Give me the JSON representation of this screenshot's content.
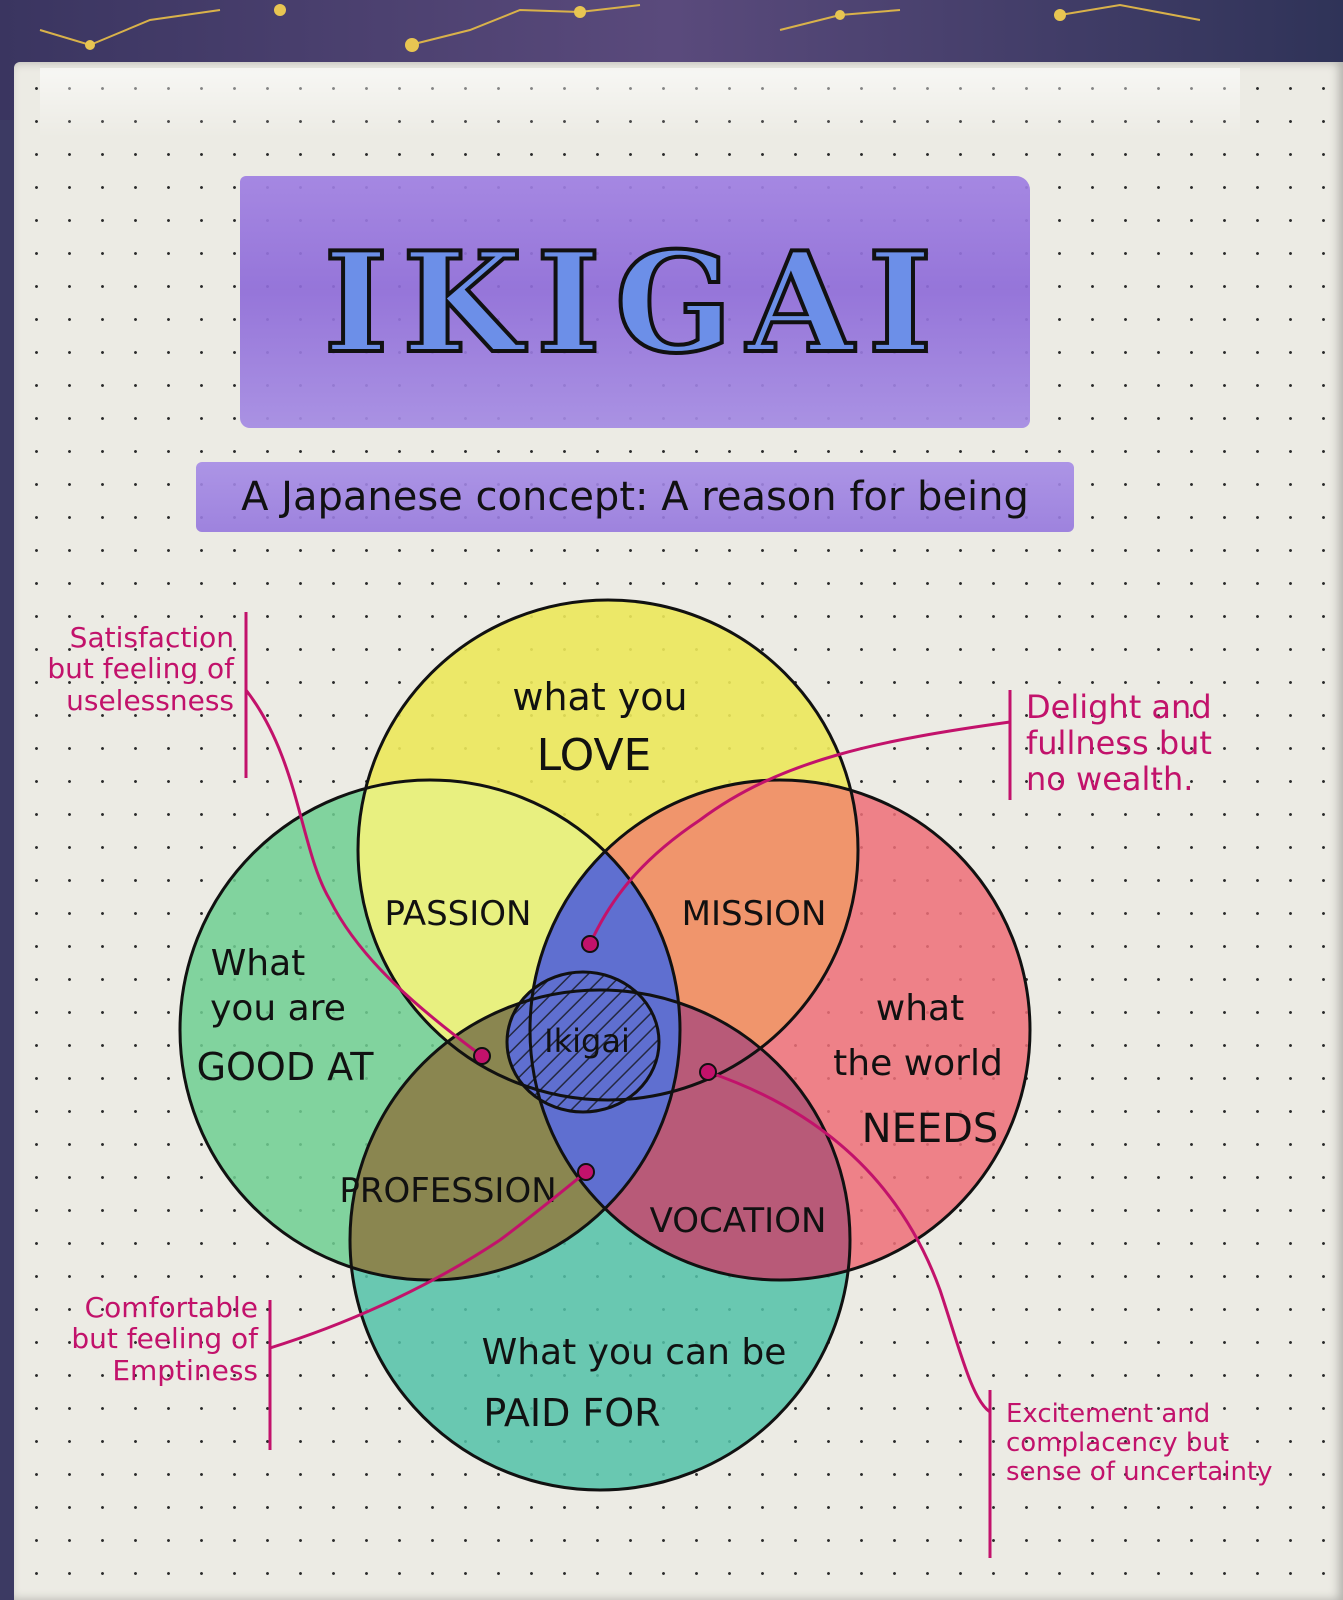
{
  "title": "IKIGAI",
  "subtitle": "A Japanese concept: A reason for being",
  "circles": {
    "love": {
      "line1": "what you",
      "line2": "LOVE"
    },
    "good_at": {
      "line1": "What",
      "line2": "you are",
      "line3": "GOOD AT"
    },
    "world_needs": {
      "line1": "what",
      "line2": "the world",
      "line3": "NEEDS"
    },
    "paid_for": {
      "line1": "What you can be",
      "line2": "PAID FOR"
    }
  },
  "overlaps": {
    "passion": "PASSION",
    "mission": "MISSION",
    "profession": "PROFESSION",
    "vocation": "VOCATION",
    "center": "Ikigai"
  },
  "annotations": {
    "top_left": [
      "Satisfaction",
      "but feeling of",
      "uselessness"
    ],
    "top_right": [
      "Delight and",
      "fullness but",
      "no wealth."
    ],
    "bottom_left": [
      "Comfortable",
      "but feeling of",
      "Emptiness"
    ],
    "bottom_right": [
      "Excitement and",
      "complacency but",
      "sense of uncertainty"
    ]
  },
  "colors": {
    "love": "#ece85a",
    "good_at": "#6fcf92",
    "world_needs": "#ee6f78",
    "paid_for": "#52c2a8",
    "passion": "#e8f080",
    "mission": "#f0956c",
    "profession": "#8a8650",
    "vocation": "#b85a78",
    "center": "#5f6fd0",
    "title_highlight": "#9a7ae0",
    "annotation_ink": "#c2126b"
  }
}
